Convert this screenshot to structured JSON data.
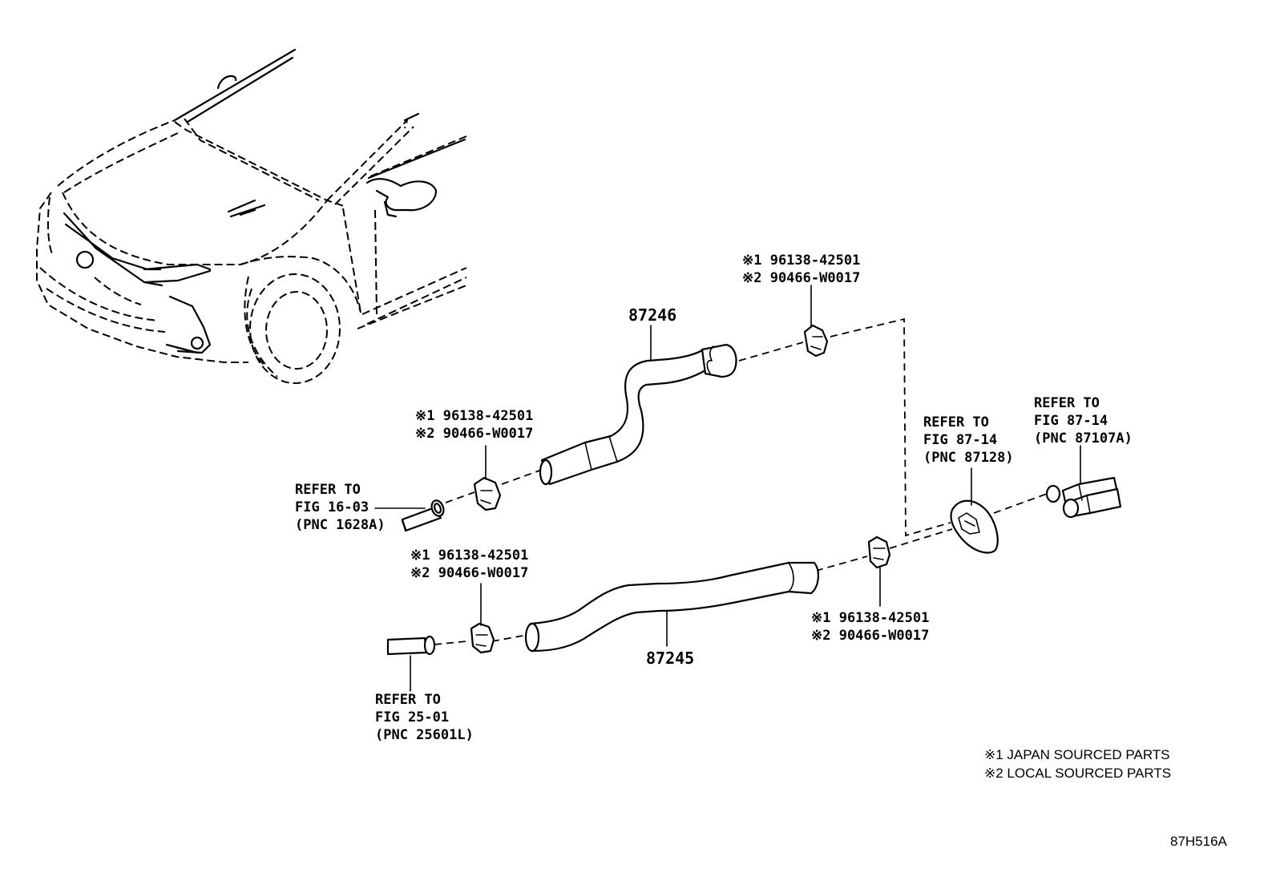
{
  "clip_callout": {
    "line1": "※1 96138-42501",
    "line2": "※2 90466-W0017"
  },
  "parts": {
    "upper_hose": "87246",
    "lower_hose": "87245"
  },
  "refs": {
    "fig_16_03": [
      "REFER TO",
      "FIG 16-03",
      "(PNC 1628A)"
    ],
    "fig_25_01": [
      "REFER TO",
      "FIG 25-01",
      "(PNC 25601L)"
    ],
    "fig_87_14_a": [
      "REFER TO",
      "FIG 87-14",
      "(PNC 87128)"
    ],
    "fig_87_14_b": [
      "REFER TO",
      "FIG 87-14",
      "(PNC 87107A)"
    ]
  },
  "legend": {
    "note1": "※1 JAPAN SOURCED PARTS",
    "note2": "※2 LOCAL SOURCED PARTS"
  },
  "diagram_code": "87H516A"
}
